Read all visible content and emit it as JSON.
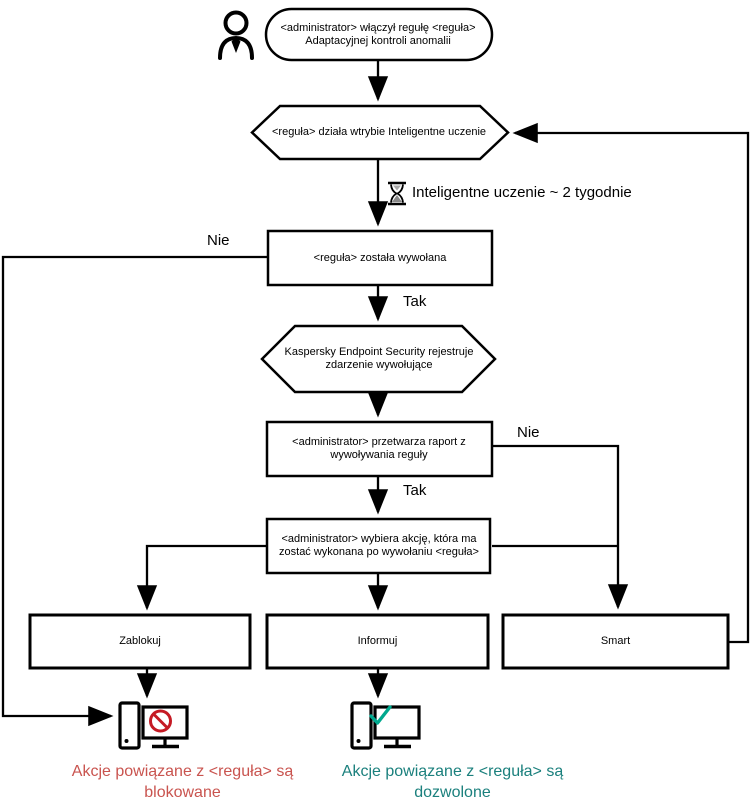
{
  "diagram": {
    "nodes": {
      "start": {
        "text": "<administrator> włączył regułę <reguła> Adaptacyjnej kontroli anomalii",
        "shape": "stadium"
      },
      "mode": {
        "text": "<reguła> działa wtrybie Inteligentne uczenie",
        "shape": "hexagon"
      },
      "triggered": {
        "text": "<reguła> została wywołana",
        "shape": "rect"
      },
      "registers": {
        "text": "Kaspersky Endpoint Security rejestruje zdarzenie wywołujące",
        "shape": "hexagon"
      },
      "report": {
        "text": "<administrator> przetwarza raport z wywoływania reguły",
        "shape": "rect"
      },
      "choose": {
        "text": "<administrator> wybiera akcję, która ma zostać wykonana po wywołaniu <reguła>",
        "shape": "rect"
      },
      "block": {
        "text": "Zablokuj",
        "shape": "rect"
      },
      "inform": {
        "text": "Informuj",
        "shape": "rect"
      },
      "smart": {
        "text": "Smart",
        "shape": "rect"
      }
    },
    "note": {
      "icon": "hourglass-icon",
      "text": "Inteligentne uczenie ~ 2 tygodnie"
    },
    "edge_labels": {
      "no_left": "Nie",
      "yes_top": "Tak",
      "no_right": "Nie",
      "yes_bottom": "Tak"
    },
    "captions": {
      "blocked": {
        "line1": "Akcje powiązane z <reguła> są",
        "line2": "blokowane",
        "color": "#c9544f"
      },
      "allowed": {
        "line1": "Akcje powiązane z <reguła> są",
        "line2": "dozwolone",
        "color": "#1b807d"
      }
    },
    "icons": {
      "actor": "person-icon",
      "wait": "hourglass-icon",
      "blocked_pc": "computer-blocked-icon",
      "allowed_pc": "computer-allowed-icon",
      "deny_sign": "prohibition-icon",
      "allow_sign": "checkmark-icon"
    },
    "colors": {
      "stroke": "#000000",
      "deny": "#c51a24",
      "allow": "#00a88e",
      "blocked_text": "#c9544f",
      "allowed_text": "#1b807d"
    }
  }
}
